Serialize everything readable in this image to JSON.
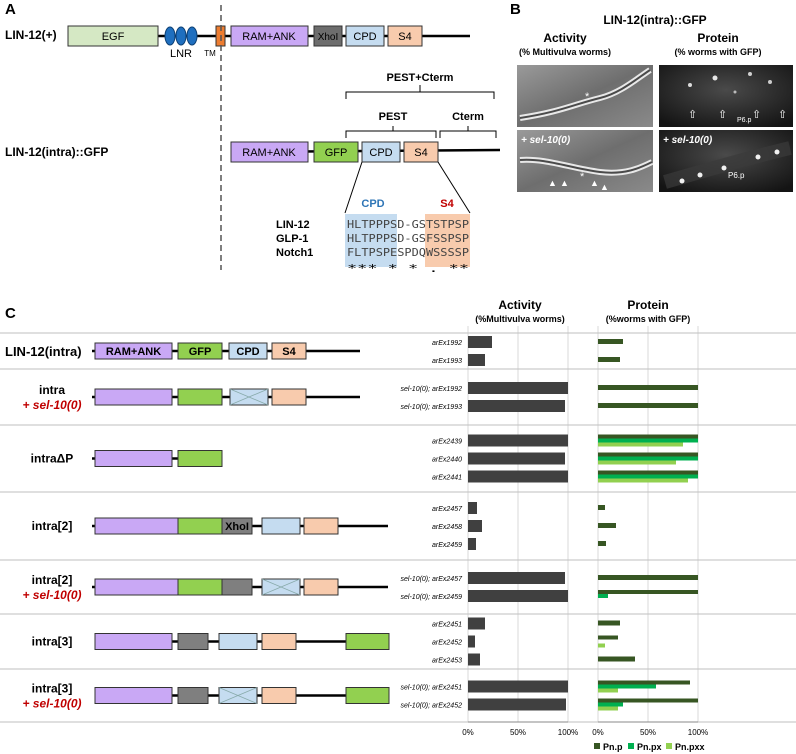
{
  "panelA": {
    "letter": "A",
    "lin12_label": "LIN-12(+)",
    "intra_gfp_label": "LIN-12(intra)::GFP",
    "domains": {
      "egf": "EGF",
      "lnr": "LNR",
      "tm": "TM",
      "ram_ank": "RAM+ANK",
      "xhoi": "XhoI",
      "cpd": "CPD",
      "s4": "S4",
      "gfp": "GFP"
    },
    "brackets": {
      "pest_cterm": "PEST+Cterm",
      "pest": "PEST",
      "cterm": "Cterm"
    },
    "alignment": {
      "cpd_header": "CPD",
      "s4_header": "S4",
      "rows": [
        {
          "name": "LIN-12",
          "seq": "HLTPPPSD-GSTSTPSP"
        },
        {
          "name": "GLP-1",
          "seq": "HLTPPPSD-GSFSSPSP"
        },
        {
          "name": "Notch1",
          "seq": "FLTPSPESPDQWSSSSP"
        }
      ],
      "conservation": "*** *     * .  **"
    }
  },
  "panelB": {
    "letter": "B",
    "title": "LIN-12(intra)::GFP",
    "activity_title": "Activity",
    "activity_sub": "(% Multivulva worms)",
    "protein_title": "Protein",
    "protein_sub": "(% worms with GFP)",
    "sel10_label": "+ sel-10(0)",
    "p6p_label": "P6.p"
  },
  "panelC": {
    "letter": "C",
    "activity_title": "Activity",
    "activity_sub": "(%Multivulva worms)",
    "protein_title": "Protein",
    "protein_sub": "(%worms with GFP)",
    "axis_ticks": [
      "0%",
      "50%",
      "100%"
    ],
    "legend": [
      {
        "name": "Pn.p",
        "color": "#375623"
      },
      {
        "name": "Pn.px",
        "color": "#00b050"
      },
      {
        "name": "Pn.pxx",
        "color": "#92d050"
      }
    ],
    "first_label": "LIN-12(intra)",
    "colors": {
      "ram_ank": "#c9a8f5",
      "gfp": "#92d050",
      "cpd": "#c5dcf0",
      "s4": "#f8cbad",
      "xhoi": "#7f7f7f",
      "bar": "#404040"
    }
  },
  "chart_data": {
    "type": "bar",
    "title": "",
    "xlabel": "",
    "ylabel": "",
    "xlim": [
      0,
      100
    ],
    "groups": [
      {
        "label": "LIN-12(intra)",
        "sel10": false,
        "strains": [
          "arEx1992",
          "arEx1993"
        ],
        "activity": [
          24,
          17
        ],
        "protein": {
          "Pn.p": [
            25,
            22
          ],
          "Pn.px": [
            0,
            0
          ],
          "Pn.pxx": [
            0,
            0
          ]
        }
      },
      {
        "label": "intra",
        "sel10": true,
        "sel10_label": "+ sel-10(0)",
        "strains": [
          "sel-10(0); arEx1992",
          "sel-10(0); arEx1993"
        ],
        "activity": [
          100,
          97
        ],
        "protein": {
          "Pn.p": [
            100,
            100
          ],
          "Pn.px": [
            0,
            0
          ],
          "Pn.pxx": [
            0,
            0
          ]
        }
      },
      {
        "label": "intraΔP",
        "sel10": false,
        "strains": [
          "arEx2439",
          "arEx2440",
          "arEx2441"
        ],
        "activity": [
          100,
          97,
          100
        ],
        "protein": {
          "Pn.p": [
            100,
            100,
            100
          ],
          "Pn.px": [
            100,
            100,
            100
          ],
          "Pn.pxx": [
            85,
            78,
            90
          ]
        }
      },
      {
        "label": "intra[2]",
        "sel10": false,
        "strains": [
          "arEx2457",
          "arEx2458",
          "arEx2459"
        ],
        "activity": [
          9,
          14,
          8
        ],
        "protein": {
          "Pn.p": [
            7,
            18,
            8
          ],
          "Pn.px": [
            0,
            0,
            0
          ],
          "Pn.pxx": [
            0,
            0,
            0
          ]
        }
      },
      {
        "label": "intra[2]",
        "sel10": true,
        "sel10_label": "+ sel-10(0)",
        "strains": [
          "sel-10(0); arEx2457",
          "sel-10(0); arEx2459"
        ],
        "activity": [
          97,
          100
        ],
        "protein": {
          "Pn.p": [
            100,
            100
          ],
          "Pn.px": [
            0,
            10
          ],
          "Pn.pxx": [
            0,
            0
          ]
        }
      },
      {
        "label": "intra[3]",
        "sel10": false,
        "strains": [
          "arEx2451",
          "arEx2452",
          "arEx2453"
        ],
        "activity": [
          17,
          7,
          12
        ],
        "protein": {
          "Pn.p": [
            22,
            20,
            37
          ],
          "Pn.px": [
            0,
            0,
            0
          ],
          "Pn.pxx": [
            0,
            7,
            0
          ]
        }
      },
      {
        "label": "intra[3]",
        "sel10": true,
        "sel10_label": "+ sel-10(0)",
        "strains": [
          "sel-10(0); arEx2451",
          "sel-10(0); arEx2452"
        ],
        "activity": [
          100,
          98
        ],
        "protein": {
          "Pn.p": [
            92,
            100
          ],
          "Pn.px": [
            58,
            25
          ],
          "Pn.pxx": [
            20,
            20
          ]
        }
      }
    ]
  }
}
